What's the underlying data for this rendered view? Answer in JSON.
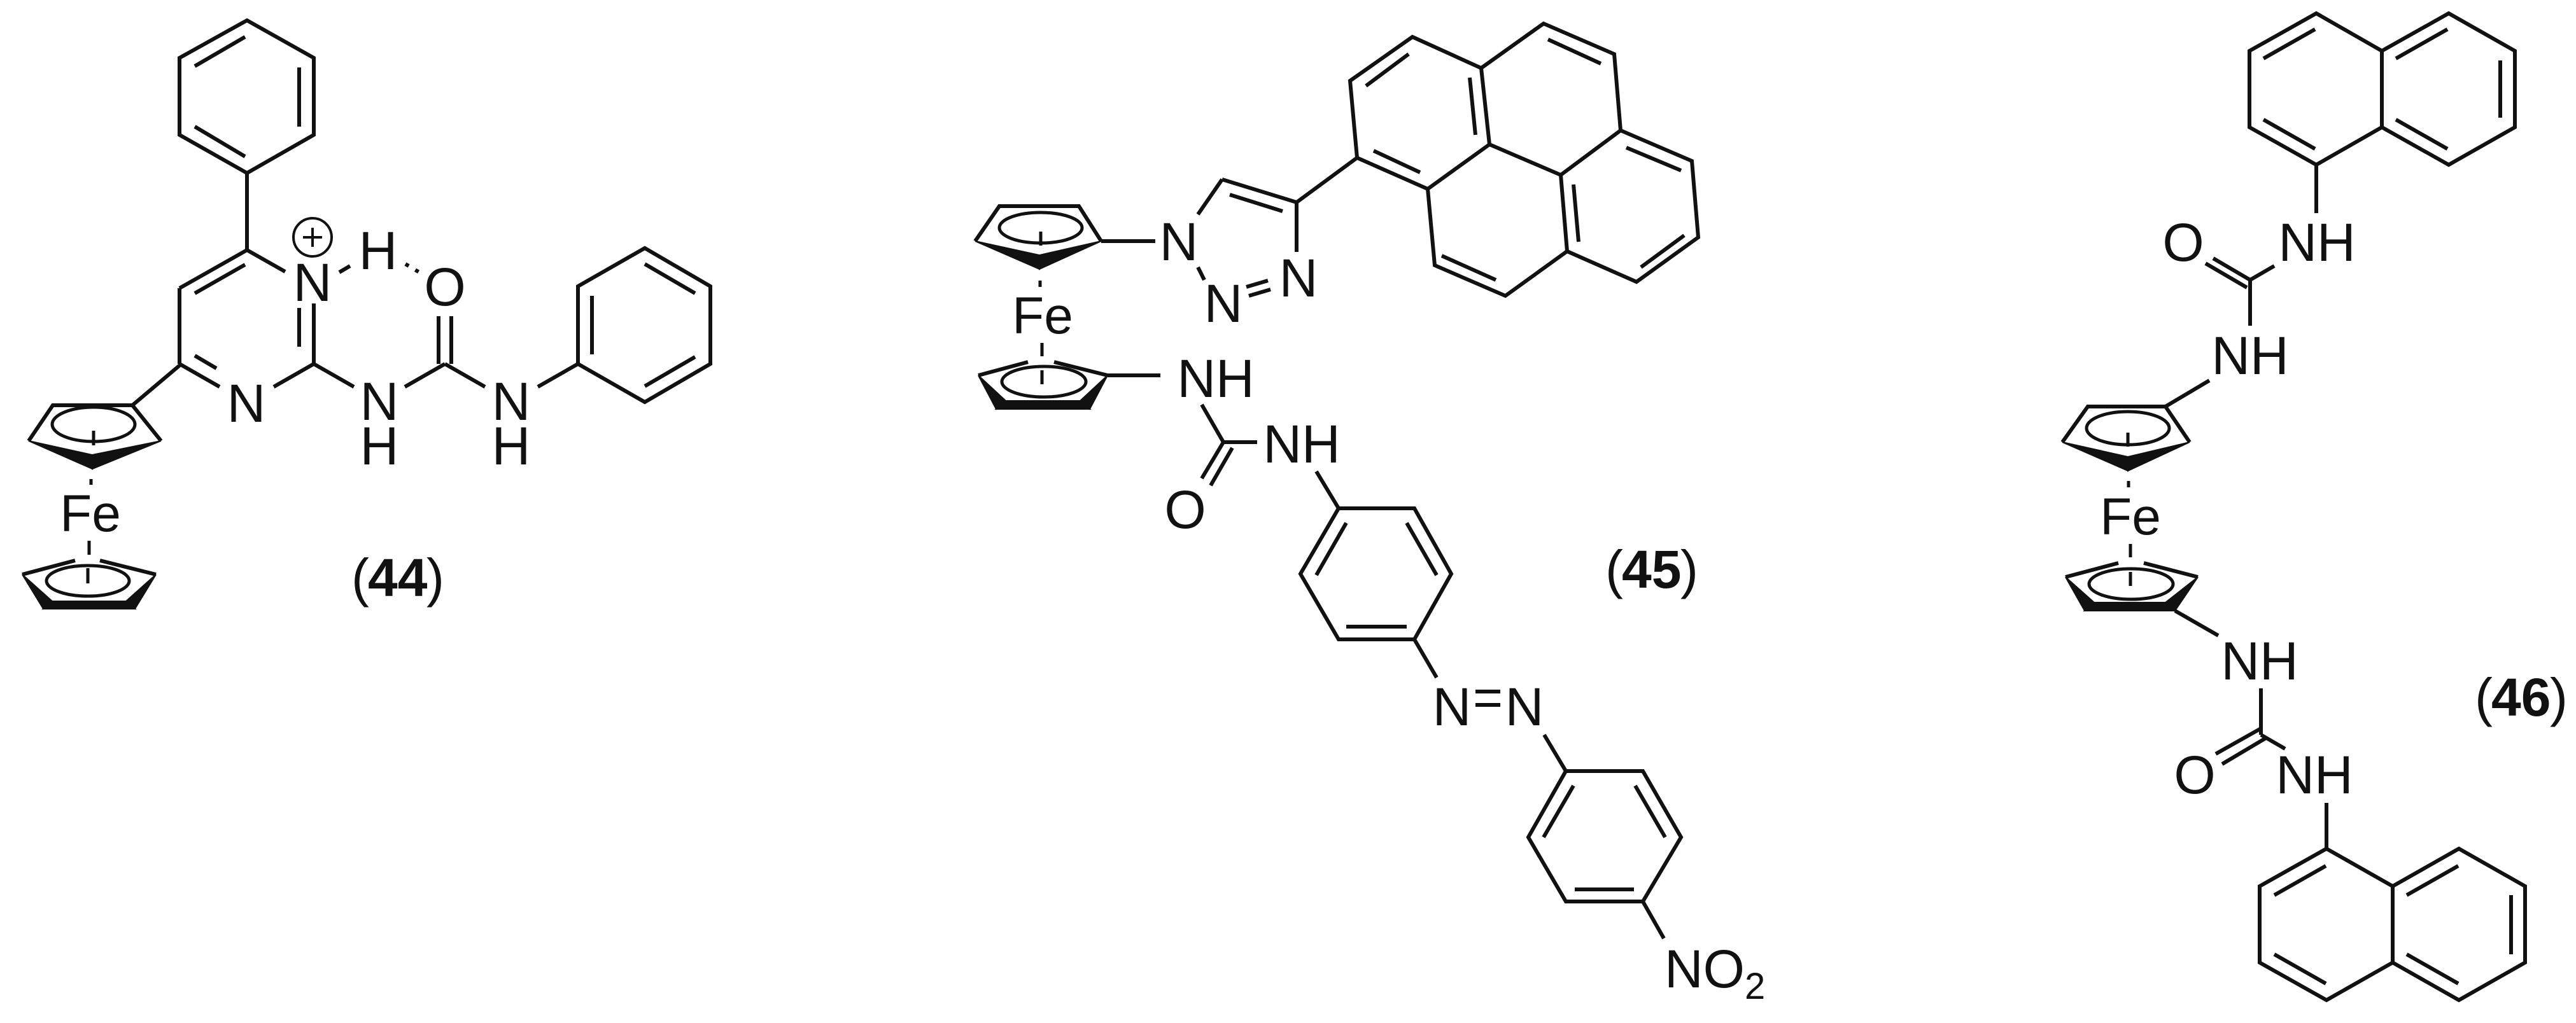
{
  "figure": {
    "description": "Chemical structures of ferrocene-based urea receptors",
    "background": "#ffffff",
    "ink_color": "#111111"
  },
  "compounds": [
    {
      "id": "44",
      "label_open": "(",
      "label_number": "44",
      "label_close": ")",
      "atoms": {
        "fe": "Fe",
        "n_plus": "N",
        "h_bond_h": "H",
        "carbonyl_o": "O",
        "pyrimidine_n": "N",
        "urea_nh_left_n": "N",
        "urea_nh_left_h": "H",
        "urea_nh_right_n": "N",
        "urea_nh_right_h": "H"
      },
      "charge": "+",
      "fragments": [
        "ferrocenyl",
        "4-phenylpyrimidinium",
        "N-phenylurea",
        "intramolecular N-H···O hydrogen bond"
      ]
    },
    {
      "id": "45",
      "label_open": "(",
      "label_number": "45",
      "label_close": ")",
      "atoms": {
        "fe": "Fe",
        "triazole_n1": "N",
        "triazole_n2": "N",
        "triazole_n3": "N",
        "nh1": "NH",
        "nh2": "NH",
        "carbonyl_o": "O",
        "azo_n1": "N",
        "azo_n2": "N",
        "nitro_n": "NO",
        "nitro_sub": "2"
      },
      "fragments": [
        "1,1'-disubstituted ferrocene",
        "1,2,3-triazole",
        "pyrene",
        "urea",
        "4-nitroazobenzene"
      ]
    },
    {
      "id": "46",
      "label_open": "(",
      "label_number": "46",
      "label_close": ")",
      "atoms": {
        "fe": "Fe",
        "top_nh_naph": "NH",
        "top_o": "O",
        "top_nh_cp": "NH",
        "bottom_nh_cp": "NH",
        "bottom_o": "O",
        "bottom_nh_naph": "NH"
      },
      "fragments": [
        "1,1'-bis(urea)ferrocene",
        "1-naphthyl x2"
      ]
    }
  ]
}
